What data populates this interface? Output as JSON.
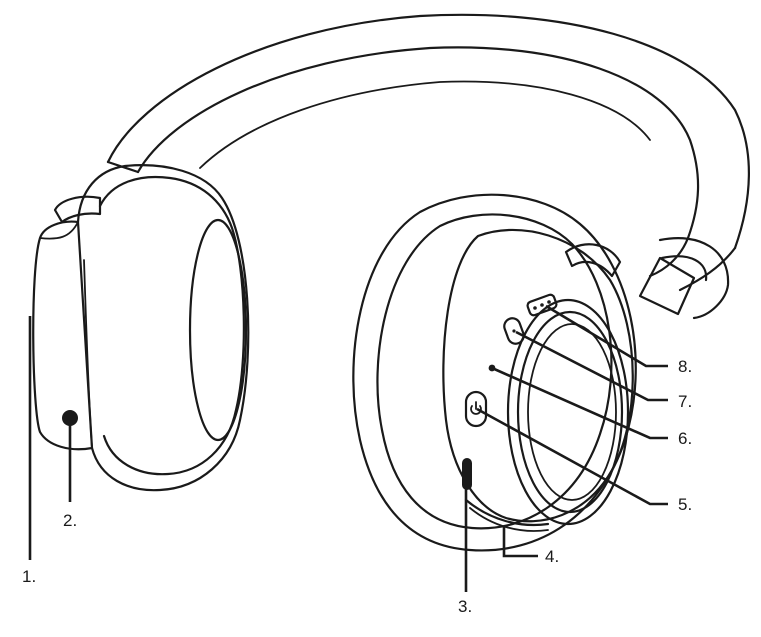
{
  "callouts": [
    {
      "id": "1",
      "label": "1."
    },
    {
      "id": "2",
      "label": "2."
    },
    {
      "id": "3",
      "label": "3."
    },
    {
      "id": "4",
      "label": "4."
    },
    {
      "id": "5",
      "label": "5."
    },
    {
      "id": "6",
      "label": "6."
    },
    {
      "id": "7",
      "label": "7."
    },
    {
      "id": "8",
      "label": "8."
    }
  ],
  "colors": {
    "line": "#1a1a1a",
    "background": "#ffffff"
  }
}
